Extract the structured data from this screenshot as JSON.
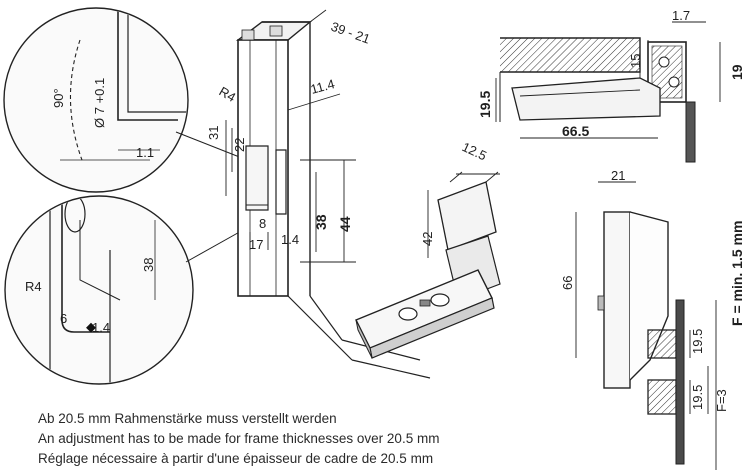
{
  "dimensions": {
    "d39_21": "39 - 21",
    "d11_4": "11.4",
    "r4_top": "R4",
    "d31": "31",
    "d22": "22",
    "d8": "8",
    "d17": "17",
    "d1_4_main": "1.4",
    "d38_main": "38",
    "d44": "44",
    "d12_5": "12.5",
    "d42": "42",
    "angle_90": "90°",
    "bore": "Ø 7 +0.1",
    "d1_1": "1.1",
    "r4_detail": "R4",
    "d6": "6",
    "d1_4_detail": "1.4",
    "d38_detail": "38",
    "d1_7": "1.7",
    "d15": "15",
    "d19": "19",
    "d19_5_top": "19.5",
    "d66_5": "66.5",
    "d21": "21",
    "d66": "66",
    "d19_5_a": "19.5",
    "d19_5_b": "19.5",
    "f3": "F=3",
    "f_min": "F = min. 1.5 mm"
  },
  "notes": {
    "de": "Ab 20.5 mm Rahmenstärke muss verstellt werden",
    "en": "An adjustment has to be made for frame thicknesses over 20.5 mm",
    "fr": "Réglage nécessaire à partir d'une épaisseur de cadre de 20.5 mm"
  }
}
